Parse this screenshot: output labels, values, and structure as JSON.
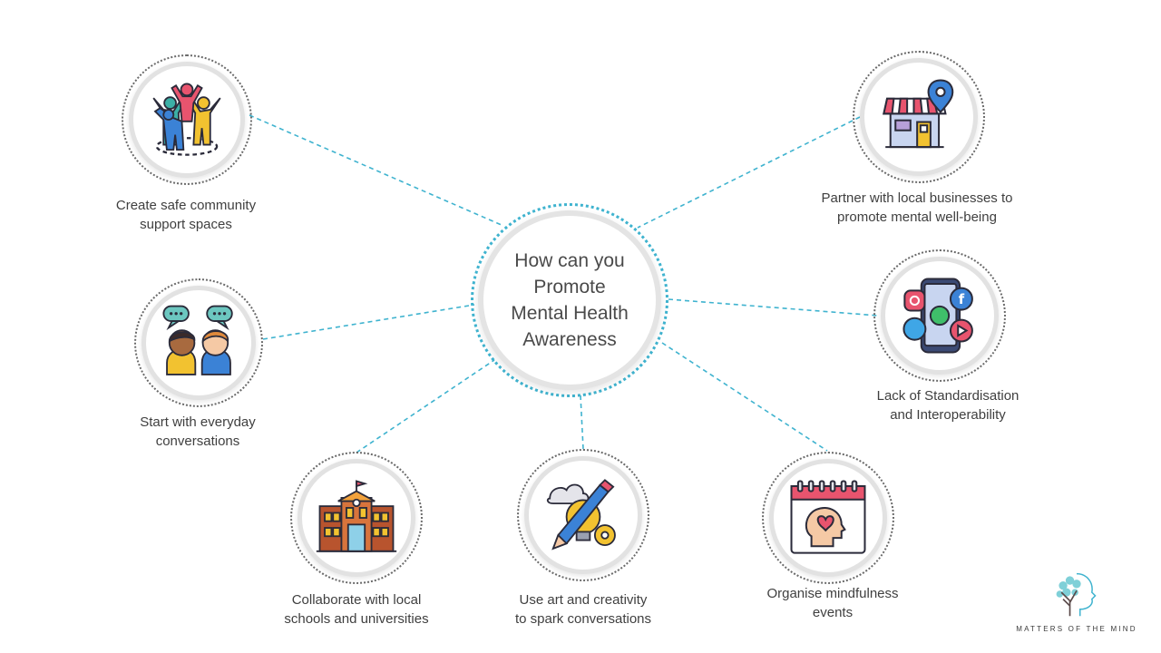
{
  "center": {
    "title": "How can you\nPromote\nMental Health\nAwareness"
  },
  "nodes": [
    {
      "id": "community",
      "label": "Create safe community\nsupport spaces",
      "icon": "community-group-icon"
    },
    {
      "id": "business",
      "label": "Partner with local businesses to\npromote mental well-being",
      "icon": "shop-location-icon"
    },
    {
      "id": "conversations",
      "label": "Start with everyday\nconversations",
      "icon": "two-people-chatting-icon"
    },
    {
      "id": "standardisation",
      "label": "Lack of Standardisation\nand Interoperability",
      "icon": "social-media-phone-icon"
    },
    {
      "id": "schools",
      "label": "Collaborate with local\nschools and universities",
      "icon": "school-building-icon"
    },
    {
      "id": "art",
      "label": "Use art and creativity\nto spark conversations",
      "icon": "creativity-bulb-pencil-icon"
    },
    {
      "id": "mindfulness",
      "label": "Organise mindfulness\nevents",
      "icon": "calendar-heart-icon"
    }
  ],
  "logo": {
    "text": "MATTERS OF THE MIND",
    "icon": "tree-head-logo-icon"
  },
  "colors": {
    "connector": "#3fb3cf",
    "ring": "#e2e2e2",
    "text": "#3f3f3f"
  }
}
